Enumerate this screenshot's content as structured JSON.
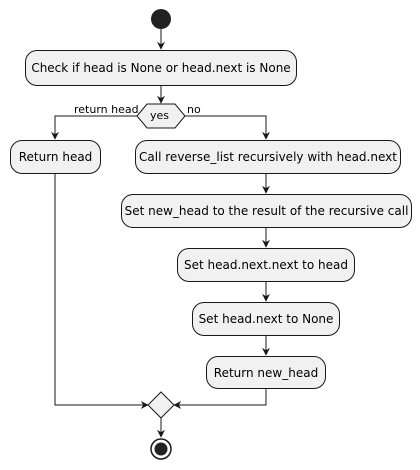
{
  "diagram": {
    "nodes": {
      "check": "Check if head is None or head.next is None",
      "return_head": "Return head",
      "call_recursive": "Call reverse_list recursively with head.next",
      "set_new_head": "Set new_head to the result of the recursive call",
      "set_next_next": "Set head.next.next to head",
      "set_next_none": "Set head.next to None",
      "return_new_head": "Return new_head"
    },
    "decision": {
      "label": "yes"
    },
    "edge_labels": {
      "left": "return head",
      "right": "no"
    },
    "colors": {
      "node_fill": "#f1f1f1",
      "stroke": "#181818",
      "start_fill": "#222222"
    }
  }
}
